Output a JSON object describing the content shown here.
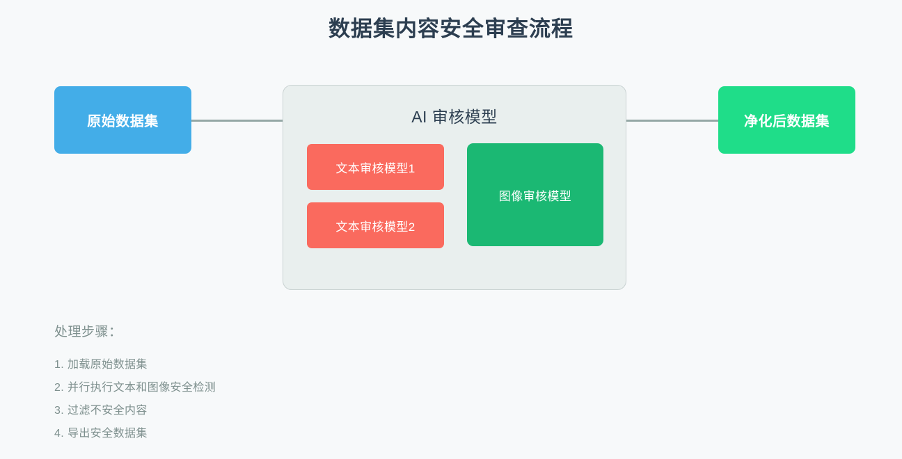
{
  "diagram": {
    "title": "数据集内容安全审查流程",
    "background_color": "#f7f9fa",
    "title_color": "#2c3e50"
  },
  "nodes": {
    "source": {
      "label": "原始数据集",
      "color": "#43ade8"
    },
    "output": {
      "label": "净化后数据集",
      "color": "#1fdd89"
    }
  },
  "model_group": {
    "title": "AI 审核模型",
    "background_color": "#e9efee",
    "border_color": "#c9d2d2",
    "submodels": [
      {
        "label": "文本审核模型1",
        "color": "#fa6a5e"
      },
      {
        "label": "文本审核模型2",
        "color": "#fa6a5e"
      },
      {
        "label": "图像审核模型",
        "color": "#1bb873"
      }
    ]
  },
  "connectors": {
    "color": "#95a8a6",
    "left_label": "",
    "right_label": ""
  },
  "steps": {
    "heading": "处理步骤：",
    "text_color": "#7e908e",
    "items": [
      "1. 加载原始数据集",
      "2. 并行执行文本和图像安全检测",
      "3. 过滤不安全内容",
      "4. 导出安全数据集"
    ]
  }
}
